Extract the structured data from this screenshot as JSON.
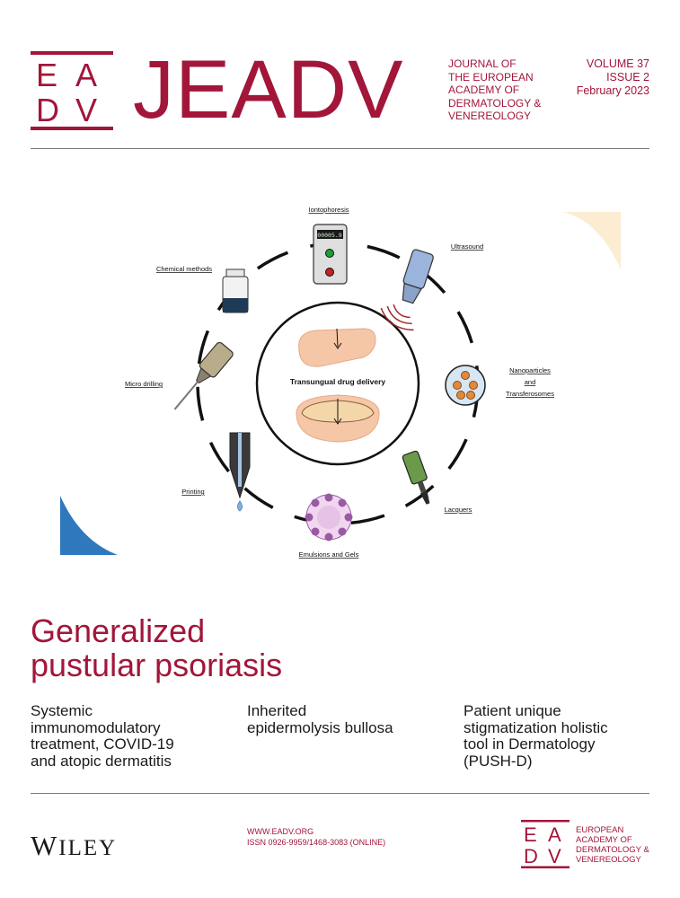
{
  "header": {
    "logo_letters": [
      "E",
      "A",
      "D",
      "V"
    ],
    "journal_acronym": "JEADV",
    "journal_name_lines": [
      "JOURNAL OF",
      "THE EUROPEAN",
      "ACADEMY OF",
      "DERMATOLOGY &",
      "VENEREOLOGY"
    ],
    "volume": "VOLUME 37",
    "issue": "ISSUE 2",
    "date": "February 2023"
  },
  "figure": {
    "center_label": "Transungual drug delivery",
    "device_display": "00005.9",
    "methods": [
      {
        "label": "Iontophoresis"
      },
      {
        "label": "Ultrasound"
      },
      {
        "label": "Nanoparticles"
      },
      {
        "label": "and"
      },
      {
        "label": "Transferosomes"
      },
      {
        "label": "Lacquers"
      },
      {
        "label": "Emulsions and Gels"
      },
      {
        "label": "Printing"
      },
      {
        "label": "Micro drilling"
      },
      {
        "label": "Chemical methods"
      }
    ]
  },
  "headline_lines": [
    "Generalized",
    "pustular psoriasis"
  ],
  "topics": [
    {
      "lines": [
        "Systemic",
        "immunomodulatory",
        "treatment, COVID-19",
        "and atopic dermatitis"
      ]
    },
    {
      "lines": [
        "Inherited",
        "epidermolysis bullosa"
      ]
    },
    {
      "lines": [
        "Patient unique",
        "stigmatization holistic",
        "tool in Dermatology",
        "(PUSH-D)"
      ]
    }
  ],
  "footer": {
    "publisher_initial": "W",
    "publisher_rest": "ILEY",
    "website": "WWW.EADV.ORG",
    "issn": "ISSN 0926-9959/1468-3083 (ONLINE)",
    "society_lines": [
      "EUROPEAN",
      "ACADEMY OF",
      "DERMATOLOGY &",
      "VENEREOLOGY"
    ],
    "society_letters": [
      "E",
      "A",
      "D",
      "V"
    ]
  },
  "colors": {
    "brand": "#a2163a",
    "accent_beige": "#fbecd2",
    "accent_blue": "#2f78bd",
    "text": "#1a1a1a"
  }
}
